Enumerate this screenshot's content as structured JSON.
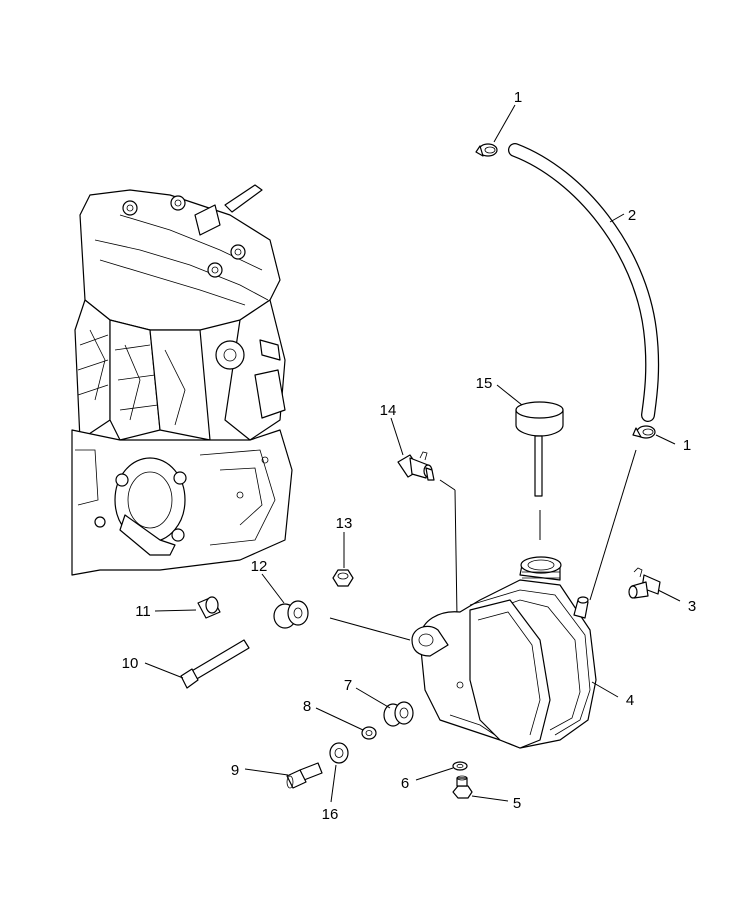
{
  "callouts": [
    {
      "id": "c1a",
      "label": "1"
    },
    {
      "id": "c2",
      "label": "2"
    },
    {
      "id": "c1b",
      "label": "1"
    },
    {
      "id": "c15",
      "label": "15"
    },
    {
      "id": "c14",
      "label": "14"
    },
    {
      "id": "c3",
      "label": "3"
    },
    {
      "id": "c13",
      "label": "13"
    },
    {
      "id": "c12",
      "label": "12"
    },
    {
      "id": "c11",
      "label": "11"
    },
    {
      "id": "c10",
      "label": "10"
    },
    {
      "id": "c4",
      "label": "4"
    },
    {
      "id": "c7",
      "label": "7"
    },
    {
      "id": "c8",
      "label": "8"
    },
    {
      "id": "c9",
      "label": "9"
    },
    {
      "id": "c16",
      "label": "16"
    },
    {
      "id": "c6",
      "label": "6"
    },
    {
      "id": "c5",
      "label": "5"
    }
  ]
}
